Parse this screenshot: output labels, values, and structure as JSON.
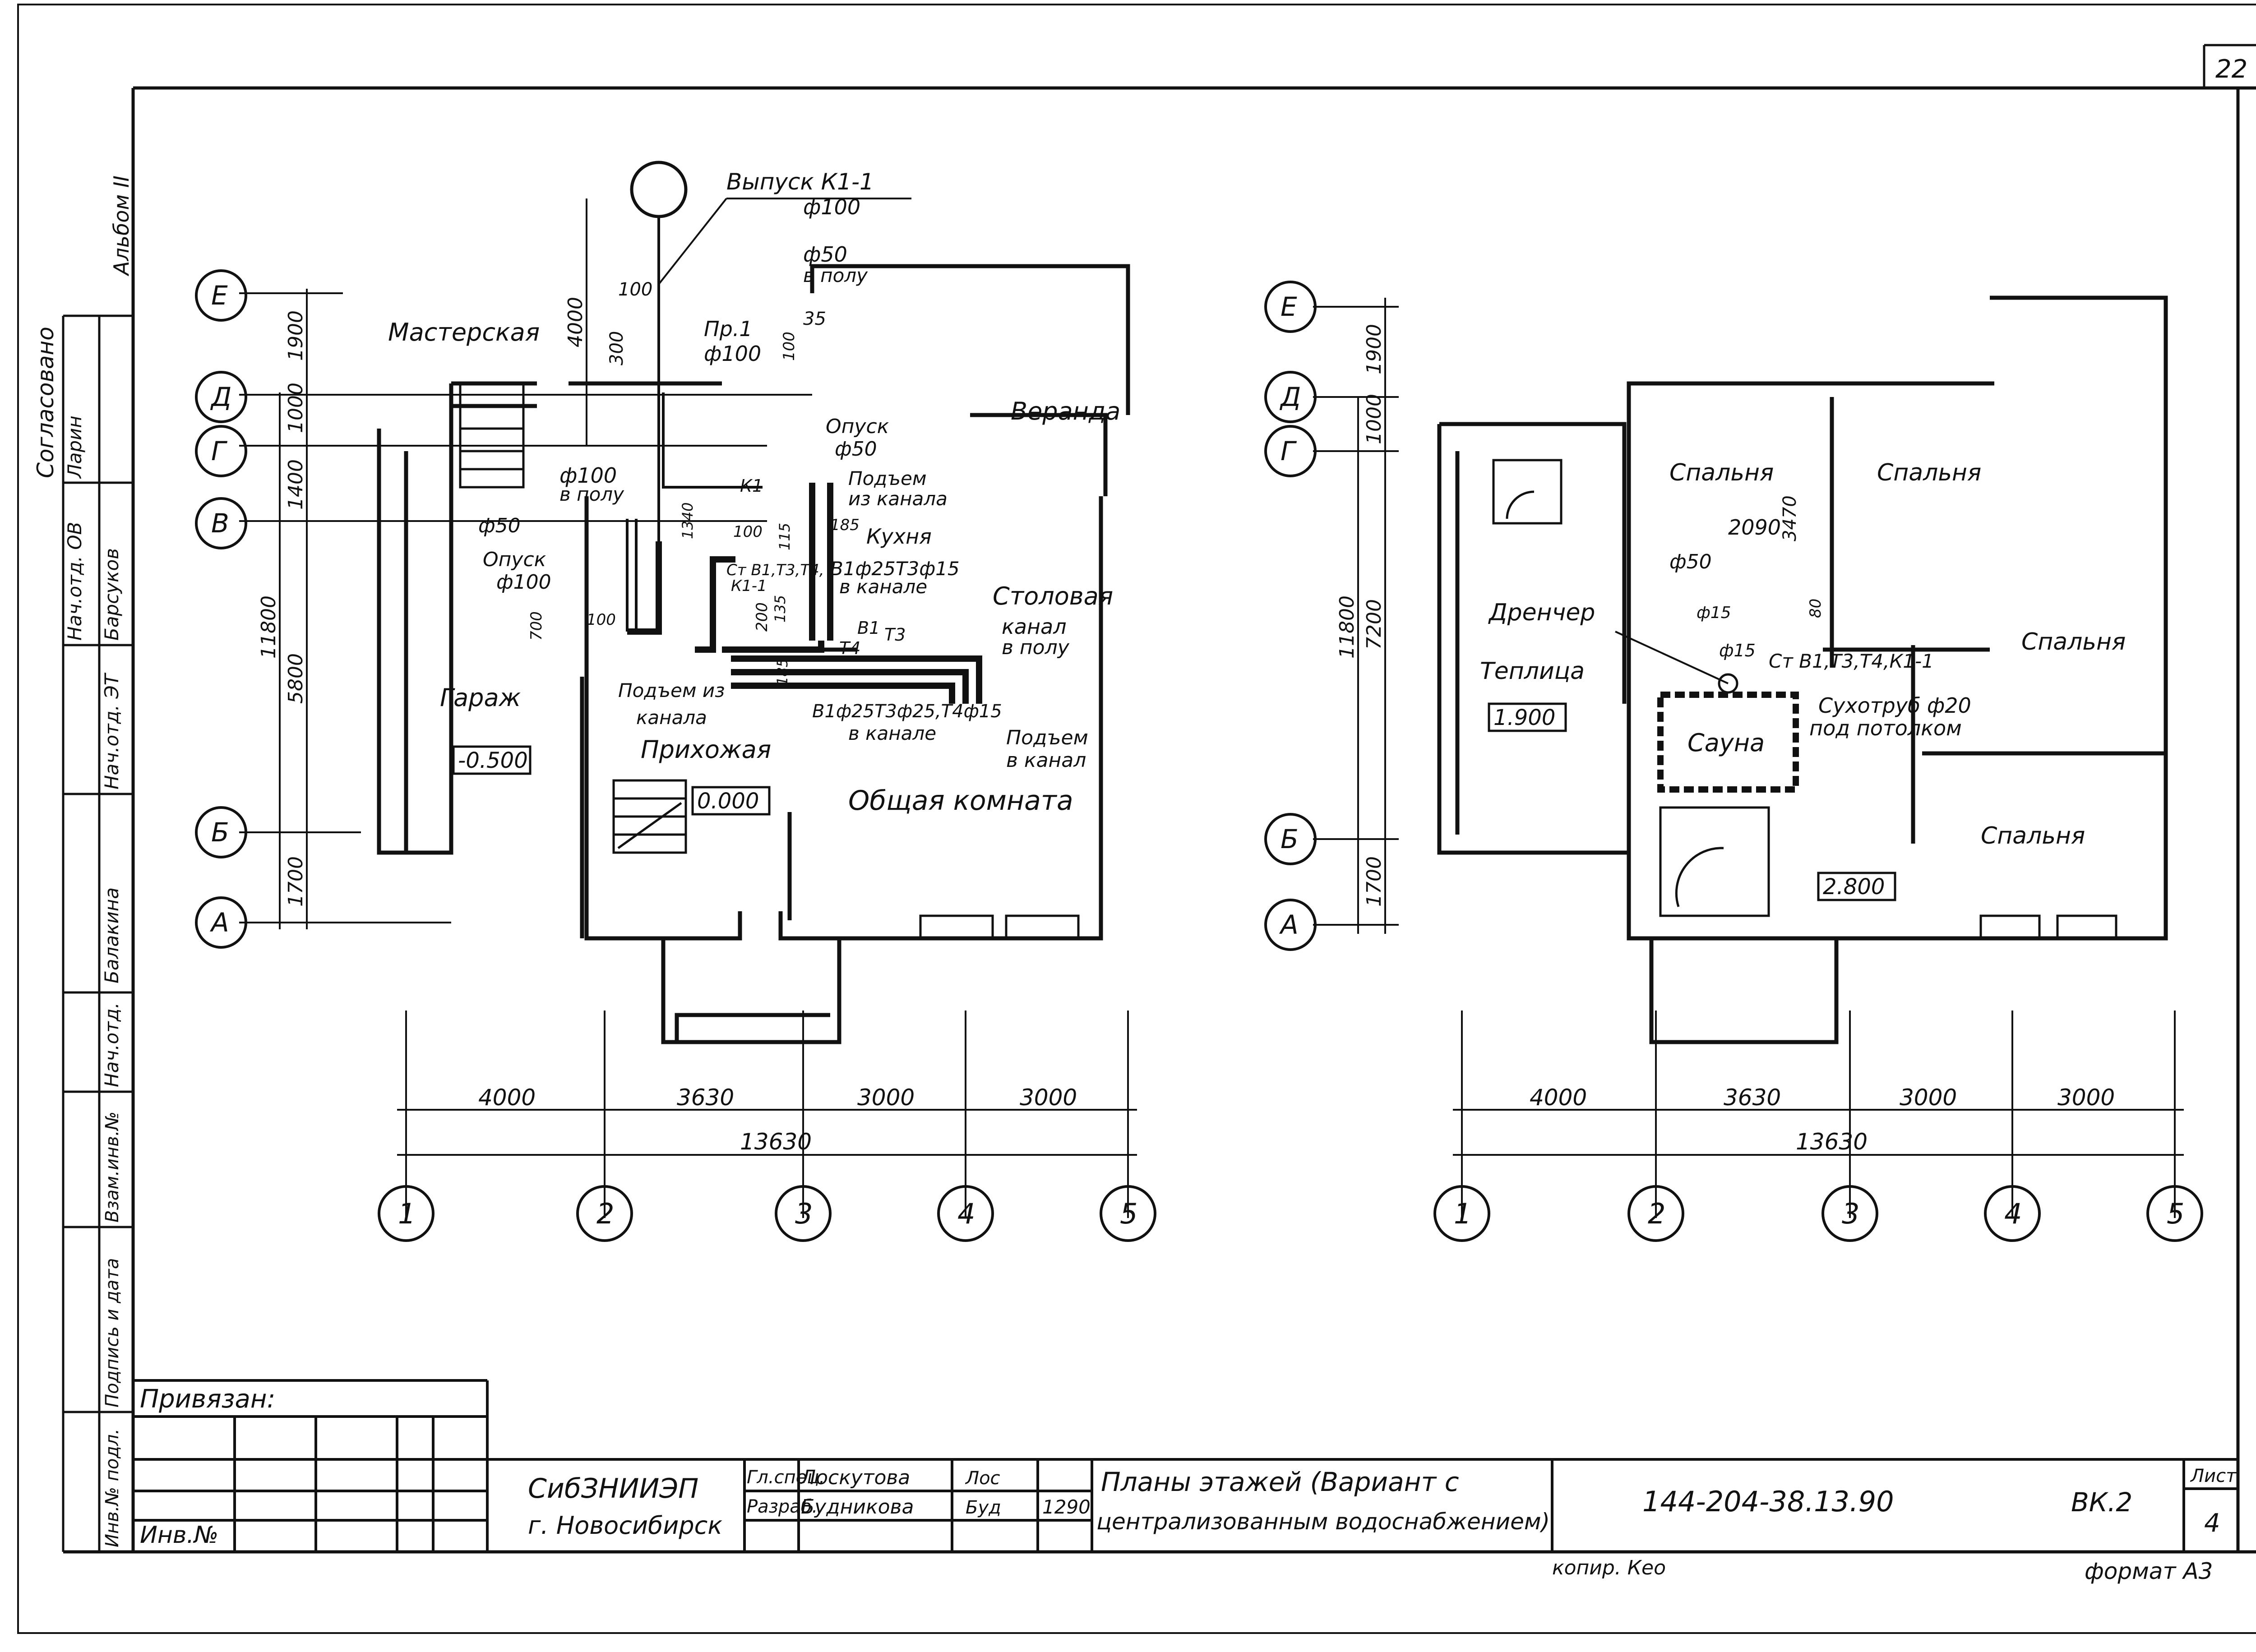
{
  "sheet": {
    "page_number": "22",
    "album": "Альбом II",
    "format": "формат А3",
    "copy_note": "копир. Кео"
  },
  "approvals": {
    "agreed": "Согласовано",
    "rows": [
      {
        "role": "Нач.отд. ОВ",
        "name": "Ларин"
      },
      {
        "role": "Нач.отд. ЭТ",
        "name": "Барсуков"
      },
      {
        "role": "Нач.отд.",
        "name": "Балакина"
      }
    ],
    "side_labels": [
      "Взам.инв.№",
      "Подпись и дата",
      "Инв.№ подл."
    ]
  },
  "plan1": {
    "rooms": [
      "Мастерская",
      "Веранда",
      "Кухня",
      "Столовая",
      "Гараж",
      "Прихожая",
      "Общая комната"
    ],
    "levels": [
      "-0.500",
      "0.000"
    ],
    "annotations": [
      "Выпуск К1-1",
      "ф100",
      "ф50",
      "в полу",
      "Пр.1",
      "ф100",
      "Опуск",
      "ф50",
      "Подъем",
      "из канала",
      "ф100",
      "в полу",
      "ф50",
      "Опуск",
      "ф100",
      "Ст В1,Т3,Т4,",
      "К1-1",
      "В1ф25Т3ф15",
      "в канале",
      "канал",
      "в полу",
      "Подъем из",
      "канала",
      "В1ф25Т3ф25,Т4ф15",
      "в канале",
      "Подъем",
      "в канал",
      "В1",
      "Т3",
      "Т4",
      "К1"
    ],
    "small_dims": [
      "100",
      "300",
      "35",
      "100",
      "115",
      "185",
      "185",
      "700",
      "100",
      "1340",
      "100",
      "200",
      "135"
    ],
    "vertical_dims": [
      "4000",
      "1900",
      "1000",
      "1400",
      "5800",
      "1700",
      "11800"
    ],
    "axes_letters": [
      "Е",
      "Д",
      "Г",
      "В",
      "Б",
      "А"
    ],
    "dims_bottom": [
      "4000",
      "3630",
      "3000",
      "3000"
    ],
    "total_dim": "13630",
    "axes_numbers": [
      "1",
      "2",
      "3",
      "4",
      "5"
    ]
  },
  "plan2": {
    "rooms": [
      "Спальня",
      "Спальня",
      "Спальня",
      "Спальня",
      "Теплица",
      "Сауна"
    ],
    "levels": [
      "1.900",
      "2.800"
    ],
    "annotations": [
      "Дренчер",
      "ф50",
      "ф15",
      "Ст В1,Т3,Т4,К1-1",
      "Сухотруб ф20",
      "под потолком",
      "ф15"
    ],
    "small_dims": [
      "2090",
      "3470",
      "80"
    ],
    "vertical_dims": [
      "1900",
      "1000",
      "7200",
      "1700",
      "11800"
    ],
    "axes_letters": [
      "Е",
      "Д",
      "Г",
      "Б",
      "А"
    ],
    "dims_bottom": [
      "4000",
      "3630",
      "3000",
      "3000"
    ],
    "total_dim": "13630",
    "axes_numbers": [
      "1",
      "2",
      "3",
      "4",
      "5"
    ]
  },
  "title_block": {
    "binding": "Привязан:",
    "inv": "Инв.№",
    "org_line1": "СибЗНИИЭП",
    "org_line2": "г. Новосибирск",
    "role1": "Гл.спец.",
    "name1": "Лоскутова",
    "sign1": "Лос",
    "role2": "Разраб.",
    "name2": "Будникова",
    "sign2": "Буд",
    "date": "1290",
    "sheet_title_line1": "Планы этажей (Вариант с",
    "sheet_title_line2": "централизованным водоснабжением)",
    "code": "144-204-38.13.90",
    "stage": "ВК.2",
    "sheet_label": "Лист",
    "sheet_no": "4"
  }
}
